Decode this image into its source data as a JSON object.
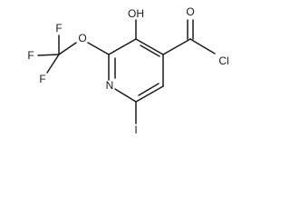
{
  "molecule": {
    "atoms": {
      "oh": "OH",
      "carbonyl_o": "O",
      "cl": "Cl",
      "ether_o": "O",
      "f_top": "F",
      "f_left": "F",
      "f_bottom": "F",
      "n": "N",
      "i": "I"
    }
  }
}
